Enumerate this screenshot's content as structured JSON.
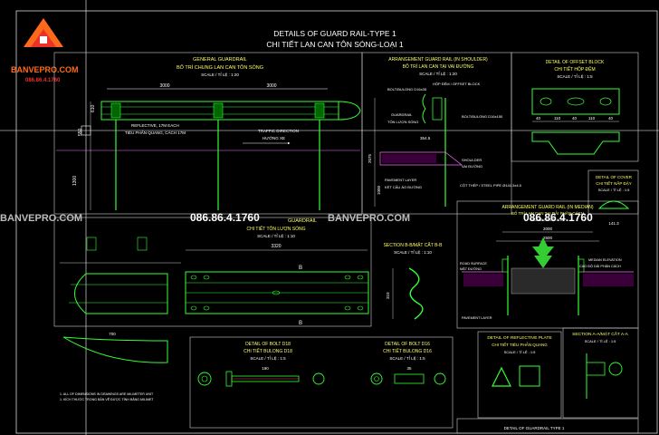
{
  "brand": {
    "name": "BANVEPRO.COM",
    "phone": "086.86.4.1760",
    "colors": {
      "orange": "#ff6a1a",
      "red": "#e8322a"
    }
  },
  "watermarks": {
    "left": "BANVEPRO.COM",
    "phone1": "086.86.4.1760",
    "center": "BANVEPRO.COM",
    "phone2": "086.86.4.1760"
  },
  "sheet": {
    "title_en": "DETAILS OF GUARD RAIL-TYPE 1",
    "title_vi": "CHI TIẾT LAN CAN TÔN SÓNG-LOẠI 1",
    "titleblock": "DETAIL OF GUARDRAIL TYPE 1"
  },
  "general": {
    "title_en": "GENERAL GUARDRAIL",
    "title_vi": "BỐ TRÍ CHUNG LAN CAN TÔN SÓNG",
    "scale": "SCALE / TỈ LỆ : 1:20",
    "dim_left": "3000",
    "dim_right": "3000",
    "note_reflective_en": "REFLECTIVE, 17M EACH",
    "note_reflective_vi": "TIÊU PHẢN QUANG, CÁCH 17M",
    "note_traffic_en": "TRAFFIC DIRECTION",
    "note_traffic_vi": "HƯỚNG XE",
    "dim_h1": "610",
    "dim_h2": "550",
    "dim_post": "1300"
  },
  "shoulder": {
    "title_en": "ARRANGEMENT GUARD RAIL (IN SHOULDER)",
    "title_vi": "BỐ TRÍ LAN CAN TẠI VAI ĐƯỜNG",
    "scale": "SCALE / TỈ LỆ : 1:20",
    "lbl_block": "HỘP ĐỆM / OFFSET BLOCK",
    "lbl_bolt": "BOLT/BULONG D16x35",
    "lbl_guardrail_en": "GUARDRAIL",
    "lbl_guardrail_vi": "TÔN LƯỢN SÓNG",
    "lbl_bolt2": "BOLT/BULONG D16x150",
    "lbl_shoulder_en": "SHOULDER",
    "lbl_shoulder_vi": "VAI ĐƯỜNG",
    "lbl_pavement_en": "PAVEMENT LAYER",
    "lbl_pavement_vi": "KẾT CẤU ÁO ĐƯỜNG",
    "lbl_pipe": "CỘT THÉP / STEEL PIPE Ø141.3x4.5",
    "dim_a": "354.5",
    "dim_b": "2075",
    "dim_c": "1000"
  },
  "offset_block": {
    "title_en": "DETAIL OF OFFSET BLOCK",
    "title_vi": "CHI TIẾT HỘP ĐỆM",
    "scale": "SCALE / TỈ LỆ : 1:5",
    "dims": [
      "40",
      "110",
      "40",
      "110",
      "40"
    ]
  },
  "cover": {
    "title_en": "DETAIL OF COVER",
    "title_vi": "CHI TIẾT NẮP ĐẬY",
    "scale": "SCALE / TỈ LỆ : 1:5",
    "dim": "141.3"
  },
  "guardrail": {
    "title_en": "GUARDRAIL",
    "title_vi": "CHI TIẾT TÔN LƯỢN SÓNG",
    "scale": "SCALE / TỈ LỆ : 1:10",
    "dim_total": "3320",
    "dim_left": "700",
    "marker_b": "B"
  },
  "section_bb": {
    "title_en": "SECTION B-B/MẶT CẮT B-B",
    "scale": "SCALE / TỈ LỆ : 1:10",
    "dim": "310"
  },
  "median": {
    "title_en": "ARRANGEMENT GUARD RAIL (IN MEDIAN)",
    "title_vi": "BỐ TRÍ LAN CAN TẠI DẢI PHÂN CÁCH",
    "scale": "SCALE / TỈ LỆ : 1:20",
    "dim_a": "2000",
    "dim_b": "2500",
    "lbl_surface_en": "ROAD SURFACE",
    "lbl_surface_vi": "MẶT ĐƯỜNG",
    "lbl_median_en": "MEDIAN ELEVATION",
    "lbl_median_vi": "CAO ĐỘ DẢI PHÂN CÁCH",
    "lbl_pavement": "PAVEMENT LAYER"
  },
  "bolt_d18": {
    "title_en": "DETAIL OF BOLT D18",
    "title_vi": "CHI TIẾT BULONG D18",
    "scale": "SCALE / TỈ LỆ : 1:5",
    "dim": "190"
  },
  "bolt_d16": {
    "title_en": "DETAIL OF BOLT D16",
    "title_vi": "CHI TIẾT BULONG D16",
    "scale": "SCALE / TỈ LỆ : 1:5",
    "dim": "35"
  },
  "reflective": {
    "title_en": "DETAIL OF REFLECTIVE PLATE",
    "title_vi": "CHI TIẾT TIÊU PHẢN QUANG",
    "scale": "SCALE / TỈ LỆ : 1:5"
  },
  "section_aa": {
    "title_en": "SECTION A-A/MẶT CẮT A-A",
    "scale": "SCALE / TỈ LỆ : 1:5"
  },
  "notes": {
    "line1": "1. ALL OF DIMENSIONS IN DRAWINGS ARE MILIMETER UNIT",
    "line2": "1. KÍCH THƯỚC TRONG BẢN VẼ ĐƯỢC TÍNH BẰNG MILIMET"
  }
}
